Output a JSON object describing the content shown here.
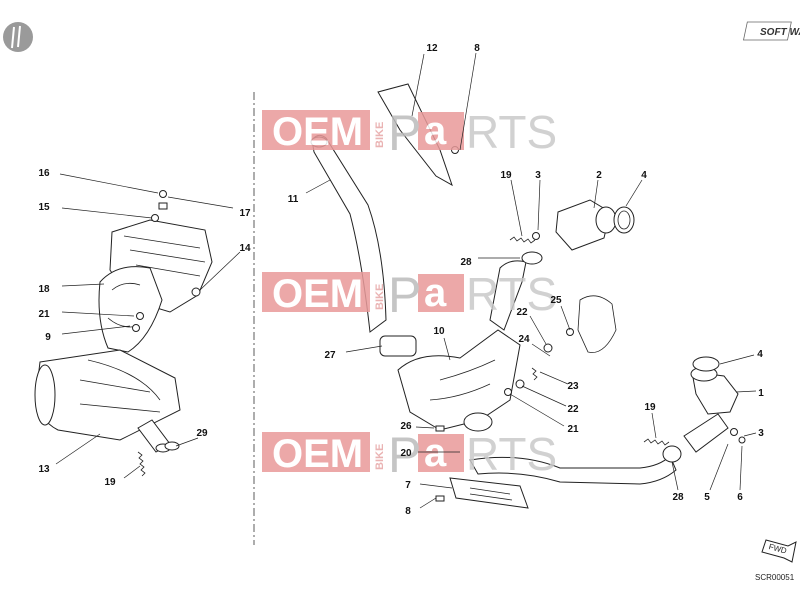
{
  "brand": {
    "logo": "SOFT WAY",
    "code": "SCR00051",
    "fwd": "FWD"
  },
  "watermark": {
    "oem": "OEM",
    "bike": "BIKE",
    "p": "P",
    "a": "a",
    "rts": "RTS"
  },
  "callouts": [
    {
      "n": "12"
    },
    {
      "n": "8"
    },
    {
      "n": "16"
    },
    {
      "n": "17"
    },
    {
      "n": "15"
    },
    {
      "n": "11"
    },
    {
      "n": "19"
    },
    {
      "n": "3"
    },
    {
      "n": "2"
    },
    {
      "n": "4"
    },
    {
      "n": "14"
    },
    {
      "n": "28"
    },
    {
      "n": "18"
    },
    {
      "n": "25"
    },
    {
      "n": "21"
    },
    {
      "n": "22"
    },
    {
      "n": "9"
    },
    {
      "n": "10"
    },
    {
      "n": "24"
    },
    {
      "n": "27"
    },
    {
      "n": "23"
    },
    {
      "n": "4"
    },
    {
      "n": "22"
    },
    {
      "n": "1"
    },
    {
      "n": "21"
    },
    {
      "n": "19"
    },
    {
      "n": "29"
    },
    {
      "n": "26"
    },
    {
      "n": "3"
    },
    {
      "n": "13"
    },
    {
      "n": "20"
    },
    {
      "n": "19"
    },
    {
      "n": "7"
    },
    {
      "n": "28"
    },
    {
      "n": "5"
    },
    {
      "n": "6"
    },
    {
      "n": "8"
    }
  ]
}
